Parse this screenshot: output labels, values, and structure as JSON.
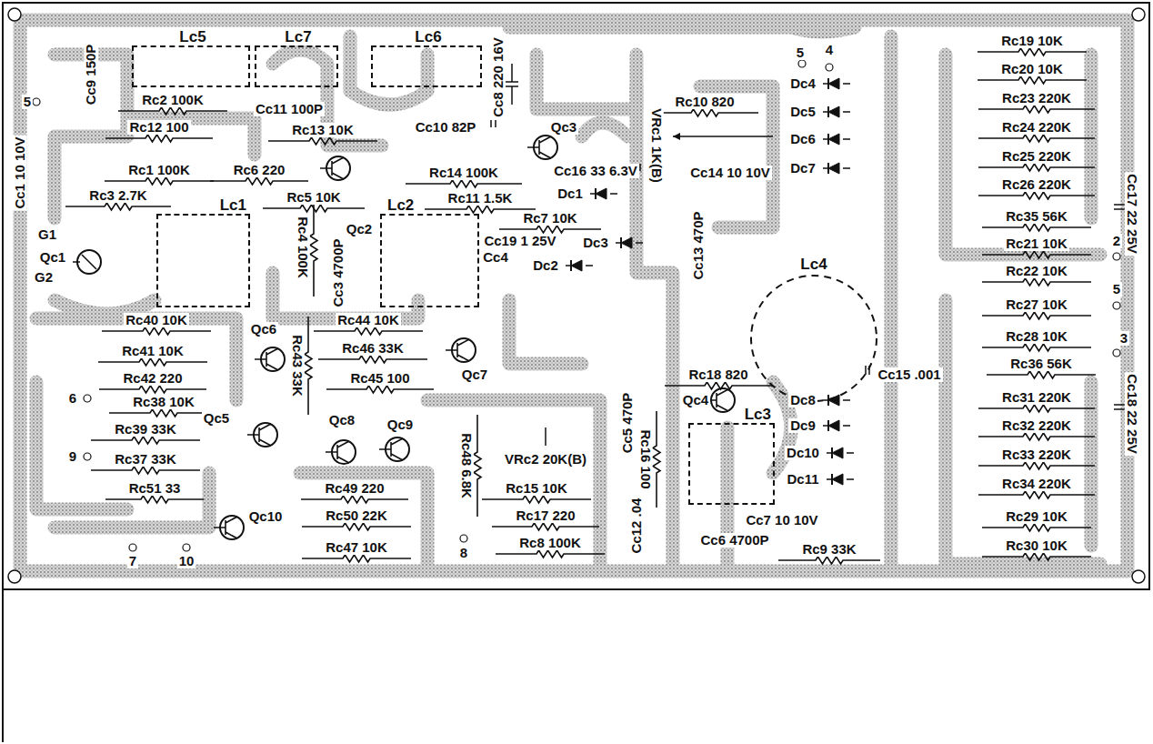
{
  "diagram": {
    "nodes": [
      {
        "text": [
          "Lc5"
        ]
      },
      {
        "text": [
          "Lc7"
        ]
      },
      {
        "text": [
          "Lc6"
        ]
      },
      {
        "text": [
          "Lc1"
        ]
      },
      {
        "text": [
          "Lc2"
        ]
      },
      {
        "text": [
          "Lc4"
        ]
      },
      {
        "text": [
          "Lc3"
        ]
      }
    ],
    "labels": [
      "Cc9 150P",
      "5",
      "4",
      "Rc19 10K",
      "5",
      "Cc8 220 16V",
      "Rc10 820",
      "Rc20 10K",
      "Rc2 100K",
      "Dc4",
      "Rc23 220K",
      "Cc11 100P",
      "Rc12 100",
      "Rc13 10K",
      "Cc10 82P",
      "Qc3",
      "Dc5",
      "Rc24 220K",
      "VRc1 1K(B)",
      "Dc6",
      "Rc25 220K",
      "Cc1 10 10V",
      "Rc1 100K",
      "Rc6 220",
      "Rc14 100K",
      "Cc16 33 6.3V",
      "Cc14 10 10V",
      "Dc7",
      "Rc26 220K",
      "Rc3 2.7K",
      "Rc5 10K",
      "Rc11 1.5K",
      "Dc1",
      "Rc35 56K",
      "Cc17 22 25V",
      "Rc7 10K",
      "Qc2",
      "G1",
      "Rc4 100K",
      "Cc19 1 25V",
      "Dc3",
      "2",
      "Rc21 10K",
      "Cc13 470P",
      "Qc1",
      "Cc4",
      "Dc2",
      "Rc22 10K",
      "Cc3 4700P",
      "G2",
      "5",
      "Rc27 10K",
      "Rc40 10K",
      "Rc44 10K",
      "Qc6",
      "Rc28 10K",
      "3",
      "Rc41 10K",
      "Rc46 33K",
      "Rc43 33K",
      "Rc36 56K",
      "Cc15 .001",
      "Rc18 820",
      "Qc7",
      "Rc42 220",
      "Rc45 100",
      "Qc4",
      "Dc8",
      "Rc31 220K",
      "Rc38 10K",
      "6",
      "Cc18 22 25V",
      "Qc5",
      "Qc8",
      "Qc9",
      "Cc5 470P",
      "Dc9",
      "Rc32 220K",
      "Rc39 33K",
      "Dc10",
      "Rc33 220K",
      "9",
      "Rc37 33K",
      "VRc2 20K(B)",
      "Rc48 6.8K",
      "Rc16 100",
      "Dc11",
      "Rc34 220K",
      "Rc51 33",
      "Rc49 220",
      "Rc15 10K",
      "Qc10",
      "Rc29 10K",
      "Rc50 22K",
      "Rc17 220",
      "Cc12 .04",
      "Cc7 10 10V",
      "Cc6 4700P",
      "Rc8 100K",
      "Rc47 10K",
      "Rc30 10K",
      "Rc9 33K",
      "7",
      "10",
      "8"
    ]
  }
}
